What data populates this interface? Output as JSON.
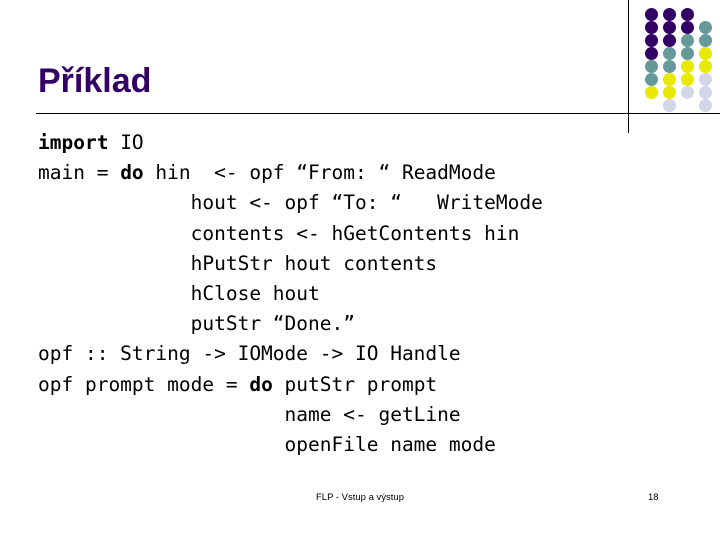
{
  "slide": {
    "title": "Příklad",
    "title_color": "#330066",
    "background_color": "#ffffff",
    "rule_color": "#000000"
  },
  "code": {
    "language": "haskell",
    "lines": [
      [
        {
          "text": "import ",
          "bold": true
        },
        {
          "text": "IO",
          "bold": false
        }
      ],
      [
        {
          "text": "main = ",
          "bold": false
        },
        {
          "text": "do",
          "bold": true
        },
        {
          "text": " hin  <- opf “From: “ ReadMode",
          "bold": false
        }
      ],
      [
        {
          "text": "             hout <- opf “To: “   WriteMode",
          "bold": false
        }
      ],
      [
        {
          "text": "             contents <- hGetContents hin",
          "bold": false
        }
      ],
      [
        {
          "text": "             hPutStr hout contents",
          "bold": false
        }
      ],
      [
        {
          "text": "             hClose hout",
          "bold": false
        }
      ],
      [
        {
          "text": "             putStr “Done.”",
          "bold": false
        }
      ],
      [
        {
          "text": "opf :: String -> IOMode -> IO Handle",
          "bold": false
        }
      ],
      [
        {
          "text": "opf prompt mode = ",
          "bold": false
        },
        {
          "text": "do",
          "bold": true
        },
        {
          "text": " putStr prompt",
          "bold": false
        }
      ],
      [
        {
          "text": "                     name <- getLine",
          "bold": false
        }
      ],
      [
        {
          "text": "                     openFile name mode",
          "bold": false
        }
      ]
    ]
  },
  "decoration": {
    "dot_colors": {
      "purple": "#330066",
      "teal": "#669999",
      "yellow": "#E8E800",
      "lavender": "#D5D5EA",
      "empty": "transparent"
    },
    "dot_grid": [
      [
        "purple",
        "purple",
        "purple",
        "empty"
      ],
      [
        "purple",
        "purple",
        "purple",
        "teal"
      ],
      [
        "purple",
        "purple",
        "teal",
        "teal"
      ],
      [
        "purple",
        "teal",
        "teal",
        "yellow"
      ],
      [
        "teal",
        "teal",
        "yellow",
        "yellow"
      ],
      [
        "teal",
        "yellow",
        "yellow",
        "lavender"
      ],
      [
        "yellow",
        "yellow",
        "lavender",
        "lavender"
      ],
      [
        "empty",
        "lavender",
        "empty",
        "lavender"
      ]
    ],
    "dot_grid_extra": {
      "row2_col4_offset": "yellow"
    }
  },
  "footer": {
    "text": "FLP - Vstup a výstup",
    "page_number": "18"
  }
}
